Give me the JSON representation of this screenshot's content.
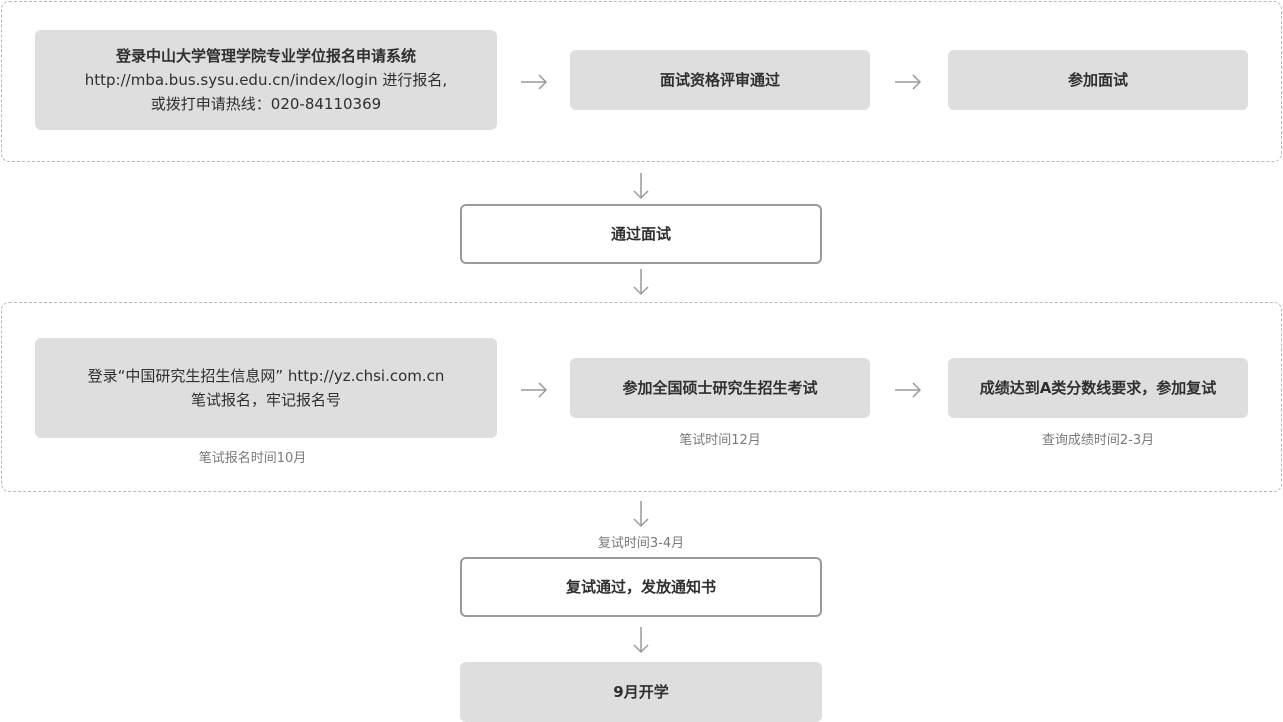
{
  "step1": {
    "line1": "登录中山大学管理学院专业学位报名申请系统",
    "line2": "http://mba.bus.sysu.edu.cn/index/login 进行报名,",
    "line3": "或拨打申请热线：020-84110369"
  },
  "step2": {
    "label": "面试资格评审通过"
  },
  "step3": {
    "label": "参加面试"
  },
  "step4": {
    "label": "通过面试"
  },
  "step5": {
    "line1": "登录“中国研究生招生信息网” http://yz.chsi.com.cn",
    "line2": "笔试报名，牢记报名号",
    "note": "笔试报名时间10月"
  },
  "step6": {
    "label": "参加全国硕士研究生招生考试",
    "note": "笔试时间12月"
  },
  "step7": {
    "label": "成绩达到A类分数线要求，参加复试",
    "note": "查询成绩时间2-3月"
  },
  "retest_note": "复试时间3-4月",
  "step8": {
    "label": "复试通过，发放通知书"
  },
  "step9": {
    "label": "9月开学"
  },
  "colors": {
    "box_fill": "#dededf",
    "box_border": "#9a9a9a",
    "dashed_border": "#b8b8bc",
    "arrow": "#9a9a9a",
    "note_text": "#7a7a7a"
  },
  "icons": [
    "right-arrow-icon",
    "down-arrow-icon"
  ]
}
